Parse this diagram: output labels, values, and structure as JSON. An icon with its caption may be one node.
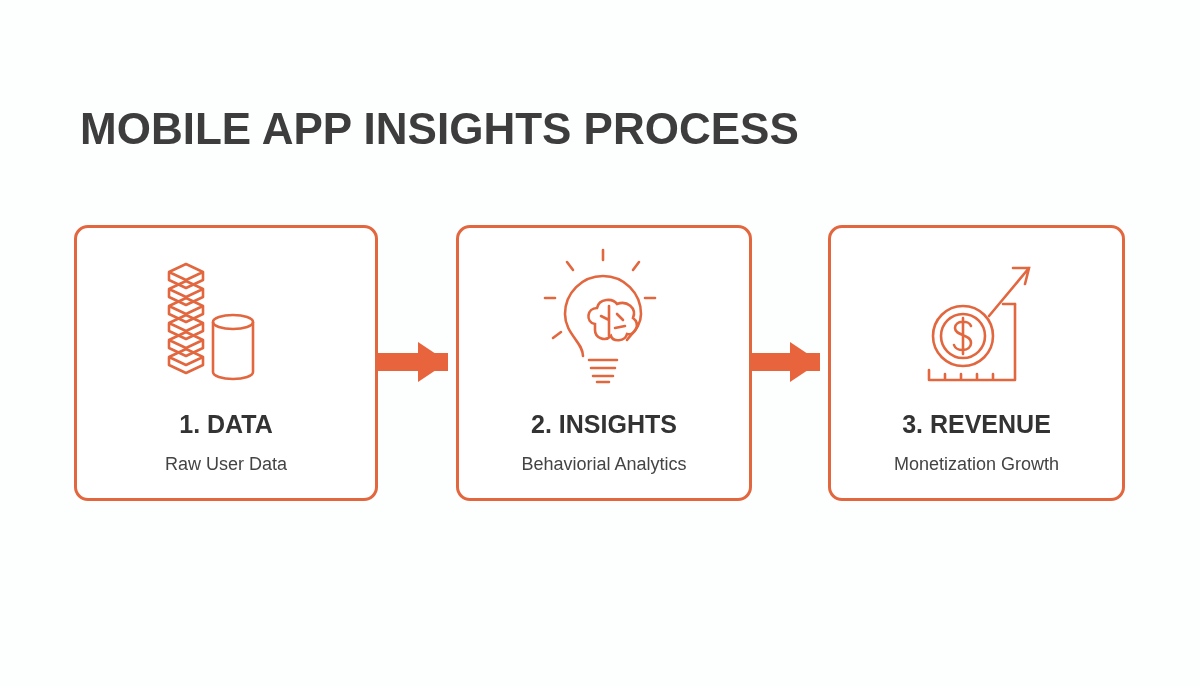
{
  "diagram": {
    "title": "MOBILE APP INSIGHTS PROCESS",
    "nodes": [
      {
        "text": [
          "1. DATA",
          "Raw User Data"
        ]
      },
      {
        "text": [
          "2. INSIGHTS",
          "Behaviorial Analytics"
        ]
      },
      {
        "text": [
          "3. REVENUE",
          "Monetization Growth"
        ]
      }
    ],
    "edges": [
      {
        "from": 0,
        "to": 1,
        "arrow": "to"
      },
      {
        "from": 1,
        "to": 2,
        "arrow": "to"
      }
    ]
  }
}
